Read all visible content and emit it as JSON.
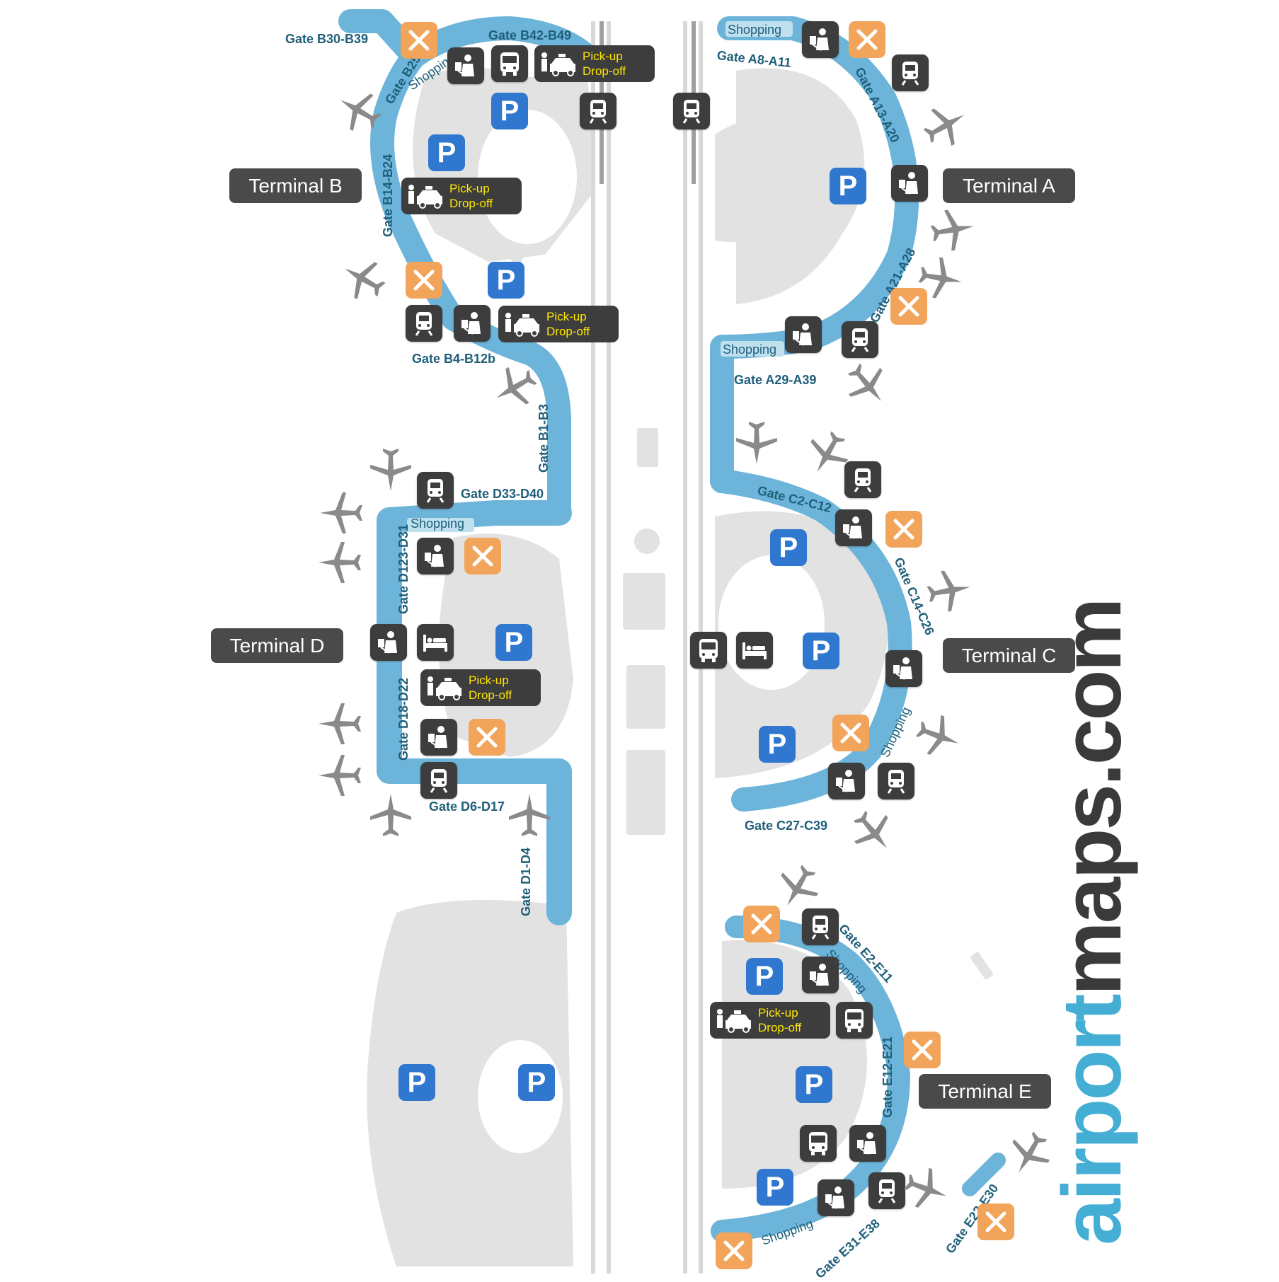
{
  "terminals": {
    "a": "Terminal A",
    "b": "Terminal B",
    "c": "Terminal C",
    "d": "Terminal D",
    "e": "Terminal E"
  },
  "gates": {
    "b30_b39": "Gate B30-B39",
    "b42_b49": "Gate B42-B49",
    "b25_b41": "Gate B25-B41",
    "b14_b24": "Gate B14-B24",
    "b4_b12b": "Gate B4-B12b",
    "b1_b3": "Gate B1-B3",
    "a8_a11": "Gate A8-A11",
    "a13_a20": "Gate A13-A20",
    "a21_a28": "Gate A21-A28",
    "a29_a39": "Gate A29-A39",
    "c2_c12": "Gate C2-C12",
    "c14_c26": "Gate C14-C26",
    "c27_c39": "Gate C27-C39",
    "d33_d40": "Gate D33-D40",
    "d123_d31": "Gate D123-D31",
    "d18_d22": "Gate D18-D22",
    "d6_d17": "Gate D6-D17",
    "d1_d4": "Gate D1-D4",
    "e2_e11": "Gate E2-E11",
    "e12_e21": "Gate E12-E21",
    "e31_e38": "Gate E31-E38",
    "e22_e30": "Gate E22-E30"
  },
  "shopping": "Shopping",
  "partial_shopping_b": "Shopping",
  "pickup": {
    "line1": "Pick-up",
    "line2": "Drop-off"
  },
  "parking_letter": "P",
  "brand": {
    "part1": "airport",
    "part2": "maps.com"
  },
  "legend_icons": [
    "restaurant-icon",
    "security-icon",
    "bus-icon",
    "train-icon",
    "taxi-icon",
    "hotel-icon",
    "parking-icon",
    "airplane-icon"
  ],
  "colors": {
    "terminal": "#6cb4d9",
    "restaurant": "#f2a45a",
    "service": "#3d3d3d",
    "parking": "#2f77cf",
    "pickup_text": "#ffe600",
    "ground": "#dedede",
    "brand_blue": "#44aed4"
  }
}
